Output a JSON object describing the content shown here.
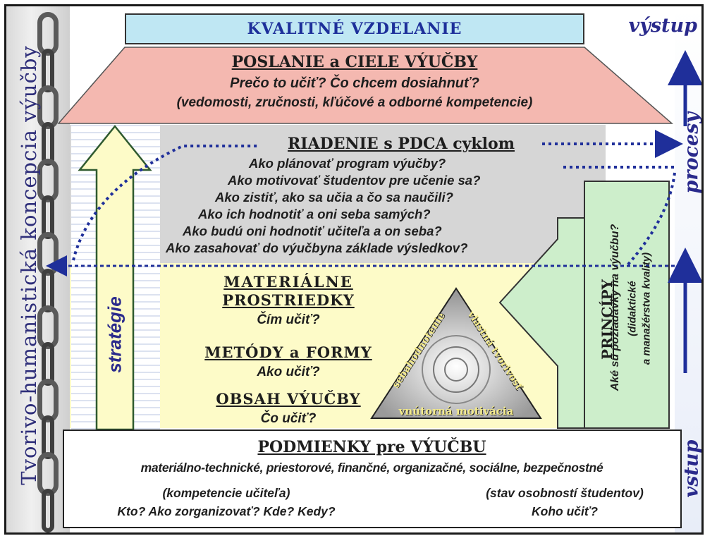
{
  "left_label": "Tvorivo-humanistická koncepcia výučby",
  "right_labels": {
    "top": "výstup",
    "middle": "procesy",
    "bottom": "vstup"
  },
  "top_bar": "KVALITNÉ VZDELANIE",
  "mission": {
    "title": "POSLANIE a CIELE VÝUČBY",
    "line1": "Prečo to učiť? Čo chcem dosiahnuť?",
    "line2": "(vedomosti, zručnosti, kľúčové a odborné kompetencie)"
  },
  "pdca": {
    "title": "RIADENIE s PDCA cyklom",
    "questions": [
      "Ako plánovať program výučby?",
      "Ako motivovať študentov pre učenie sa?",
      "Ako zistiť, ako sa učia a čo sa naučili?",
      "Ako ich hodnotiť a oni seba samých?",
      "Ako budú oni hodnotiť učiteľa a on seba?",
      "Ako zasahovať do výučbyna základe výsledkov?"
    ]
  },
  "strategy_label": "stratégie",
  "materials": {
    "title_line1": "MATERIÁLNE",
    "title_line2": "PROSTRIEDKY",
    "question": "Čím učiť?"
  },
  "methods": {
    "title": "METÓDY a FORMY",
    "question": "Ako učiť?"
  },
  "content": {
    "title": "OBSAH VÝUČBY",
    "question": "Čo učiť?"
  },
  "triangle": {
    "left_side": "sebahodnotenie",
    "right_side": "vlastná tvorivosť",
    "bottom_side": "vnútorná motivácia"
  },
  "principles": {
    "title": "PRINCÍPY",
    "line1": "Aké sú požiadavky na výučbu?",
    "line2": "(didaktické",
    "line3": "a manažérstva kvality)"
  },
  "conditions": {
    "title": "PODMIENKY pre VÝUČBU",
    "subtitle": "materiálno-technické, priestorové, finančné, organizačné, sociálne, bezpečnostné",
    "teacher_note": "(kompetencie učiteľa)",
    "teacher_questions": "Kto? Ako zorganizovať? Kde? Kedy?",
    "student_note": "(stav osobností študentov)",
    "student_question": "Koho učiť?"
  },
  "colors": {
    "mission_fill": "#f4b8b0",
    "process_fill": "#d6d6d6",
    "content_fill": "#fdfbc8",
    "principles_fill": "#cdeecb",
    "topbar_fill": "#bfe7f3",
    "arrow_blue": "#1f2f9a",
    "label_blue": "#2a2a8c"
  }
}
